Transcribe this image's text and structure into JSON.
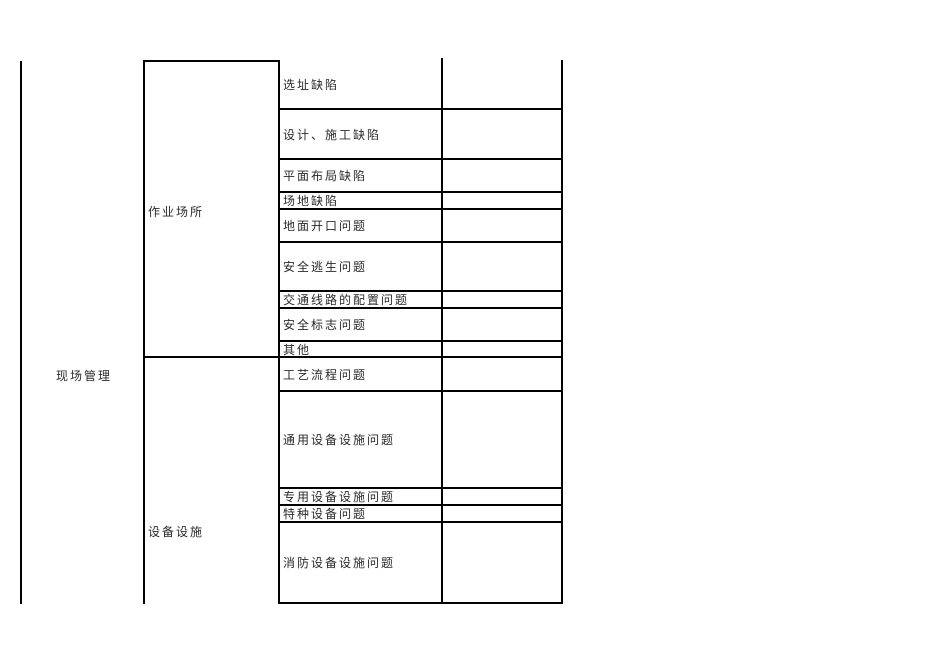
{
  "table": {
    "category": "现场管理",
    "groups": [
      {
        "name": "作业场所",
        "items": [
          {
            "label": "选址缺陷",
            "value": ""
          },
          {
            "label": "设计、施工缺陷",
            "value": ""
          },
          {
            "label": "平面布局缺陷",
            "value": ""
          },
          {
            "label": "场地缺陷",
            "value": ""
          },
          {
            "label": "地面开口问题",
            "value": ""
          },
          {
            "label": "安全逃生问题",
            "value": ""
          },
          {
            "label": "交通线路的配置问题",
            "value": ""
          },
          {
            "label": "安全标志问题",
            "value": ""
          },
          {
            "label": "其他",
            "value": ""
          }
        ]
      },
      {
        "name": "设备设施",
        "items": [
          {
            "label": "工艺流程问题",
            "value": ""
          },
          {
            "label": "通用设备设施问题",
            "value": ""
          },
          {
            "label": "专用设备设施问题",
            "value": ""
          },
          {
            "label": "特种设备问题",
            "value": ""
          },
          {
            "label": "消防设备设施问题",
            "value": ""
          }
        ]
      }
    ]
  }
}
